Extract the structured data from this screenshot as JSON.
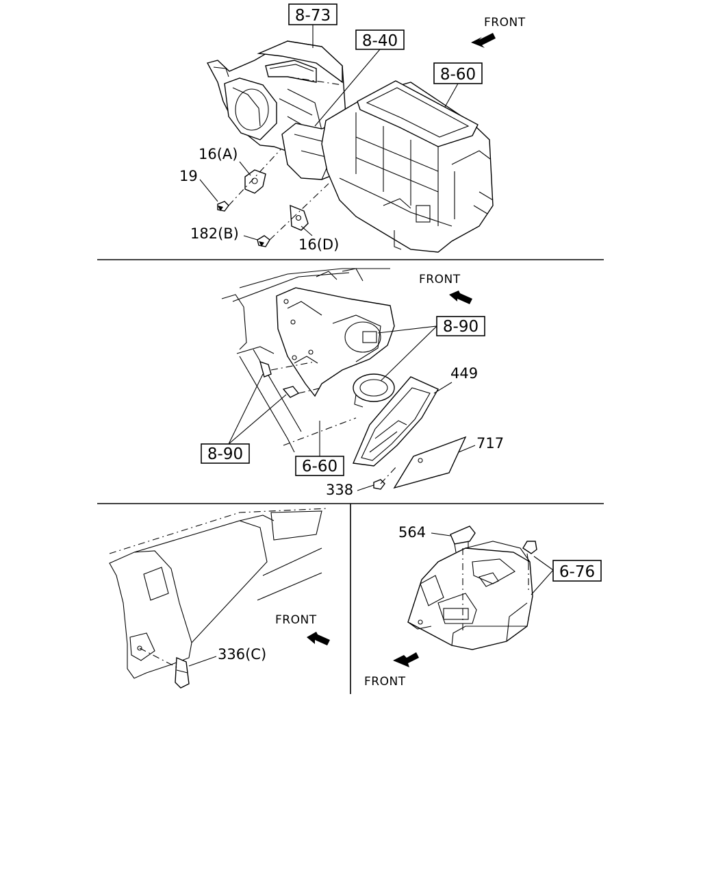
{
  "sections": {
    "top": {
      "front_label": "FRONT",
      "refs": [
        "8-73",
        "8-40",
        "8-60"
      ],
      "parts": [
        "16(A)",
        "19",
        "182(B)",
        "16(D)"
      ]
    },
    "middle": {
      "front_label": "FRONT",
      "refs": [
        "8-90",
        "8-90",
        "6-60"
      ],
      "parts": [
        "449",
        "717",
        "338"
      ]
    },
    "bottom_left": {
      "front_label": "FRONT",
      "parts": [
        "336(C)"
      ]
    },
    "bottom_right": {
      "front_label": "FRONT",
      "refs": [
        "6-76"
      ],
      "parts": [
        "564"
      ]
    }
  }
}
